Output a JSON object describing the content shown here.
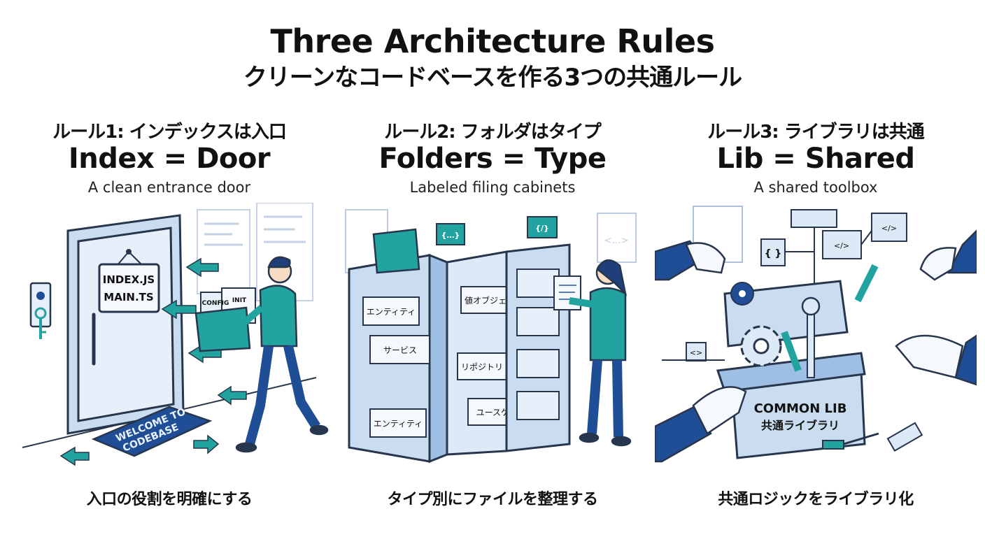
{
  "header": {
    "title": "Three Architecture Rules",
    "subtitle": "クリーンなコードベースを作る3つの共通ルール"
  },
  "colors": {
    "navy": "#1f4e96",
    "teal": "#23a3a0",
    "light_blue": "#dce9f6",
    "outline": "#27364d"
  },
  "rules": [
    {
      "label": "ルール1: インデックスは入口",
      "equation": "Index = Door",
      "description": "A clean entrance door",
      "caption": "入口の役割を明確にする",
      "illustration": {
        "sign_line1": "INDEX.JS",
        "sign_line2": "MAIN.TS",
        "folder_tab1": "CONFIG",
        "folder_tab2": "INIT",
        "mat_line1": "WELCOME TO",
        "mat_line2": "CODEBASE",
        "icons": [
          "key-icon",
          "arrow-icon",
          "folder-icon",
          "person-icon"
        ]
      }
    },
    {
      "label": "ルール2: フォルダはタイプ",
      "equation": "Folders = Type",
      "description": "Labeled filing cabinets",
      "caption": "タイプ別にファイルを整理する",
      "illustration": {
        "drawers": [
          "エンティティ",
          "値オブジェクト",
          "サービス",
          "リポジトリ",
          "ユースケース",
          "エンティティ"
        ],
        "code_icon1": "{…}",
        "code_icon2": "{/}",
        "code_icon3": "<…>",
        "icons": [
          "filing-cabinet-icon",
          "folder-icon",
          "person-icon",
          "document-icon"
        ]
      }
    },
    {
      "label": "ルール3: ライブラリは共通",
      "equation": "Lib = Shared",
      "description": "A shared toolbox",
      "caption": "共通ロジックをライブラリ化",
      "illustration": {
        "box_line1": "COMMON LIB",
        "box_line2": "共通ライブラリ",
        "code_icon1": "{ }",
        "code_icon2": "</>",
        "code_icon3": "</>",
        "code_icon4": "<>",
        "icons": [
          "toolbox-icon",
          "gear-icon",
          "wrench-icon",
          "screwdriver-icon",
          "brush-icon",
          "hand-icon"
        ]
      }
    }
  ]
}
